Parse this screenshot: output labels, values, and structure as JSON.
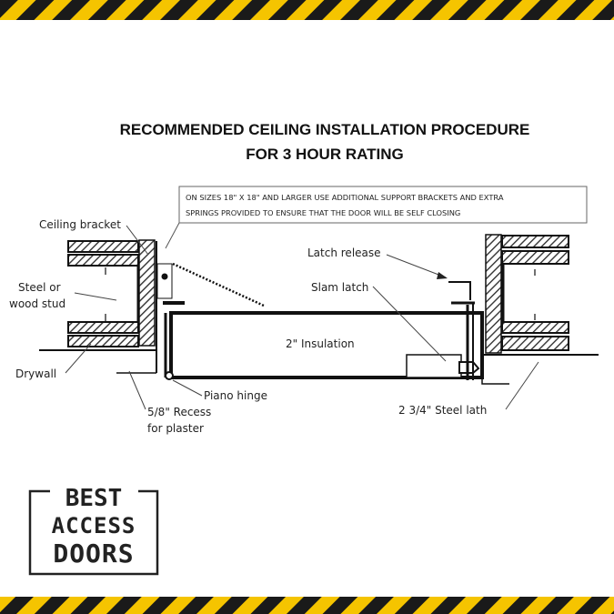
{
  "title": {
    "line1": "RECOMMENDED CEILING INSTALLATION PROCEDURE",
    "line2": "FOR 3 HOUR RATING"
  },
  "note": {
    "line1": "ON SIZES 18\" X 18\" AND LARGER USE ADDITIONAL SUPPORT BRACKETS AND EXTRA",
    "line2": "SPRINGS PROVIDED TO ENSURE THAT THE DOOR WILL BE SELF CLOSING"
  },
  "labels": {
    "ceiling_bracket": "Ceiling bracket",
    "stud_line1": "Steel or",
    "stud_line2": "wood stud",
    "drywall": "Drywall",
    "recess_line1": "5/8\" Recess",
    "recess_line2": "for plaster",
    "piano_hinge": "Piano hinge",
    "insulation": "2\" Insulation",
    "latch_release": "Latch release",
    "slam_latch": "Slam latch",
    "steel_lath": "2 3/4\" Steel lath"
  },
  "logo": {
    "line1": "BEST",
    "line2": "ACCESS",
    "line3": "DOORS"
  },
  "colors": {
    "stripe_yellow": "#f5c400",
    "stripe_black": "#1a1a1a",
    "ink": "#222222"
  }
}
